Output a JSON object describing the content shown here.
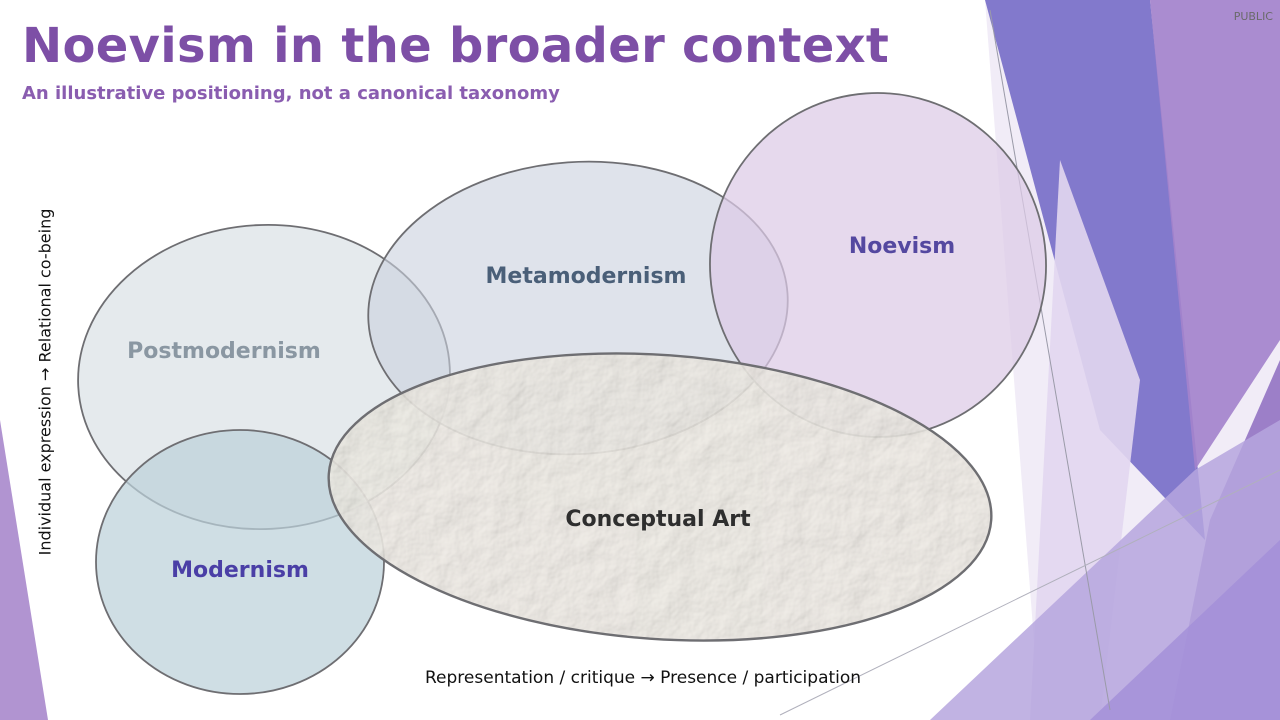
{
  "header": {
    "title": "Noevism in the broader context",
    "subtitle": "An illustrative positioning, not a canonical taxonomy",
    "classification": "PUBLIC"
  },
  "axes": {
    "x_label": "Representation / critique → Presence / participation",
    "y_label": "Individual expression → Relational co-being"
  },
  "sets": [
    {
      "label": "Postmodernism",
      "fill": "#cfd9de",
      "text_color": "#8a97a2"
    },
    {
      "label": "Metamodernism",
      "fill": "#c9d1de",
      "text_color": "#4a5f78"
    },
    {
      "label": "Noevism",
      "fill": "#dccbe6",
      "text_color": "#5448a0"
    },
    {
      "label": "Modernism",
      "fill": "#bcd1d9",
      "text_color": "#4a3fa6"
    },
    {
      "label": "Conceptual Art",
      "fill": "#ede9e1",
      "text_color": "#2e2e2e"
    }
  ],
  "colors": {
    "title": "#7d4fa6",
    "decor_purple_dark": "#6b5fc2",
    "decor_purple_mid": "#9a86d0",
    "decor_lavender": "#c8b4e0"
  }
}
